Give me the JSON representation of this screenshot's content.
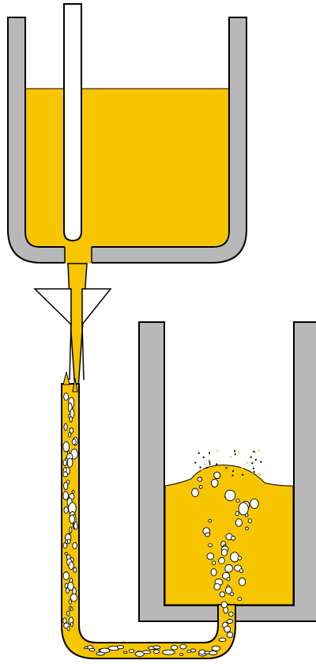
{
  "colors": {
    "background": "#ffffff",
    "vessel_wall": "#b8b8b8",
    "outline": "#000000",
    "liquid": "#f7c600",
    "bubble": "#ffffff"
  },
  "components": [
    "upper-vessel",
    "feed-tube",
    "funnel",
    "u-tube",
    "lower-vessel",
    "foam-bubbles"
  ]
}
